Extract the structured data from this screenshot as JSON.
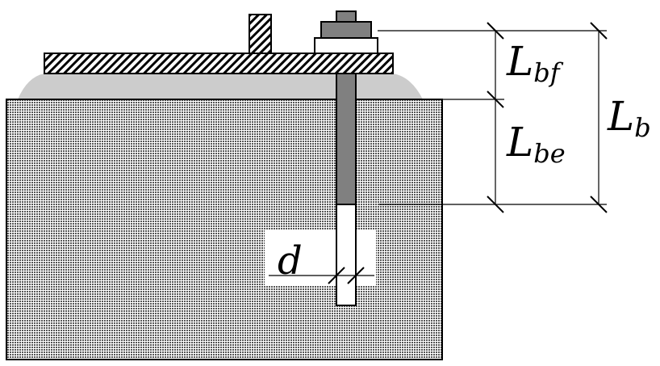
{
  "labels": {
    "d": {
      "main": "d",
      "sub": ""
    },
    "l_bf": {
      "main": "L",
      "sub": "bf"
    },
    "l_be": {
      "main": "L",
      "sub": "be"
    },
    "l_b": {
      "main": "L",
      "sub": "b"
    }
  },
  "colors": {
    "concrete_hatch": "#555555",
    "grout": "#cccccc",
    "steel_dark": "#808080",
    "steel_light": "#a0a0a0",
    "outline": "#000000",
    "background": "#ffffff"
  }
}
